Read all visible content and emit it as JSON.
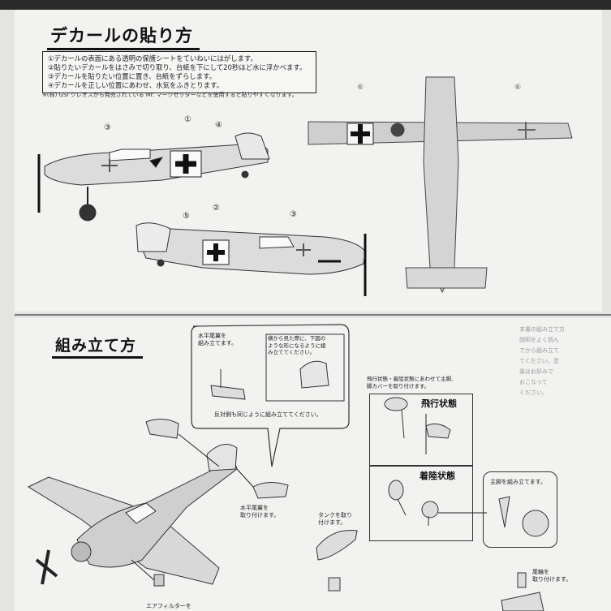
{
  "top_section": {
    "heading": "デカールの貼り方",
    "steps": [
      "①デカールの表面にある透明の保護シートをていねいにはがします。",
      "②貼りたいデカールをはさみで切り取り、台紙を下にして20秒ほど水に浮かべます。",
      "③デカールを貼りたい位置に置き、台紙をずらします。",
      "④デカールを正しい位置にあわせ、水気をふきとります。"
    ],
    "note": "※(株) GSI クレオスから発売されている Mr. マークセッターなどを使用すると貼りやすくなります。",
    "callouts": {
      "side1": [
        "③",
        "①",
        "④"
      ],
      "side2": [
        "⑤",
        "②",
        "③"
      ],
      "top": [
        "⑥",
        "⑥"
      ]
    }
  },
  "bottom_section": {
    "heading": "組み立て方",
    "tail_callout": {
      "title": "水平尾翼を\n組み立てます。",
      "note": "横から見た際に、下図の\nような形になるように組\nみ立ててください。",
      "footer": "反対側も同じように組み立ててください。"
    },
    "labels": {
      "attach_tail": "水平尾翼を\n取り付けます。",
      "attach_tank": "タンクを取り\n付けます。",
      "air_filter": "エアフィルターを",
      "attach_tailwheel": "尾輪を\n取り付けます。",
      "main_gear": "主脚を組み立てます。"
    },
    "gear_box": {
      "intro": "飛行状態・着陸状態にあわせて主脚、\n脚カバーを取り付けます。",
      "flight_state": "飛行状態",
      "landing_state": "着陸状態"
    }
  },
  "colors": {
    "paper": "#f2f2f1",
    "ink": "#111111",
    "background": "#8d8d8b"
  }
}
